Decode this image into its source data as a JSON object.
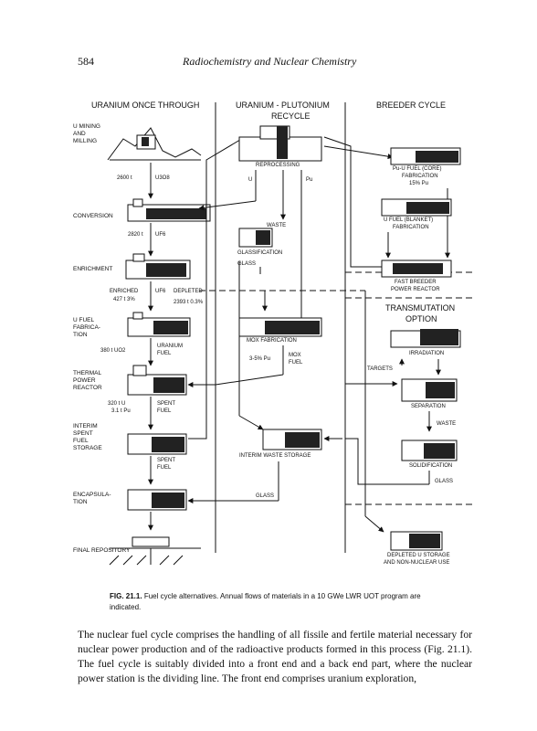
{
  "header": {
    "page_number": "584",
    "running_title": "Radiochemistry and Nuclear Chemistry"
  },
  "columns": {
    "once_through": "URANIUM ONCE THROUGH",
    "recycle_1": "URANIUM - PLUTONIUM",
    "recycle_2": "RECYCLE",
    "breeder": "BREEDER CYCLE"
  },
  "left": {
    "mining_1": "U MINING",
    "mining_2": "AND",
    "mining_3": "MILLING",
    "flow1_qty": "2600 t",
    "flow1_mat": "U3O8",
    "conversion": "CONVERSION",
    "flow2_qty": "2820 t",
    "flow2_mat": "UF6",
    "enrichment": "ENRICHMENT",
    "enriched": "ENRICHED",
    "enriched_qty": "427 t  3%",
    "uf6": "UF6",
    "depleted": "DEPLETED",
    "depleted_qty": "2393 t  0.3%",
    "fab_1": "U FUEL",
    "fab_2": "FABRICA-",
    "fab_3": "TION",
    "uo2_qty": "380 t UO2",
    "uo2_mat_1": "URANIUM",
    "uo2_mat_2": "FUEL",
    "reactor_1": "THERMAL",
    "reactor_2": "POWER",
    "reactor_3": "REACTOR",
    "spent_qty_1": "320   t U",
    "spent_qty_2": "3.1 t Pu",
    "spent_mat_1": "SPENT",
    "spent_mat_2": "FUEL",
    "interim_1": "INTERIM",
    "interim_2": "SPENT",
    "interim_3": "FUEL",
    "interim_4": "STORAGE",
    "spent2_1": "SPENT",
    "spent2_2": "FUEL",
    "encaps_1": "ENCAPSULA-",
    "encaps_2": "TION",
    "repository": "FINAL REPOSITORY"
  },
  "middle": {
    "reprocessing": "REPROCESSING",
    "u": "U",
    "pu": "Pu",
    "waste": "WASTE",
    "glassification": "GLASSIFICATION",
    "glass": "GLASS",
    "mox_fab": "MOX FABRICATION",
    "pu_pct": "3-5% Pu",
    "mox_1": "MOX",
    "mox_2": "FUEL",
    "interim_waste": "INTERIM WASTE STORAGE",
    "glass2": "GLASS"
  },
  "right": {
    "pu_fab_1": "Pu-U FUEL (CORE)",
    "pu_fab_2": "FABRICATION",
    "pu_fab_3": "15% Pu",
    "u_fab_1": "U FUEL (BLANKET)",
    "u_fab_2": "FABRICATION",
    "fbr_1": "FAST BREEDER",
    "fbr_2": "POWER REACTOR",
    "trans_1": "TRANSMUTATION",
    "trans_2": "OPTION",
    "irradiation": "IRRADIATION",
    "targets": "TARGETS",
    "separation": "SEPARATION",
    "waste": "WASTE",
    "solidification": "SOLIDIFICATION",
    "glass": "GLASS",
    "depleted_1": "DEPLETED U STORAGE",
    "depleted_2": "AND NON-NUCLEAR USE"
  },
  "caption": {
    "label": "FIG. 21.1.",
    "text": "Fuel cycle alternatives. Annual flows of materials in a 10 GWe LWR UOT program are indicated."
  },
  "body_text": "The nuclear fuel cycle comprises the handling of all fissile and fertile material necessary for nuclear power production and of the radioactive products formed in this process (Fig. 21.1). The fuel cycle is suitably divided into a front end and a back end part, where the nuclear power station is the dividing line. The front end comprises uranium exploration,"
}
